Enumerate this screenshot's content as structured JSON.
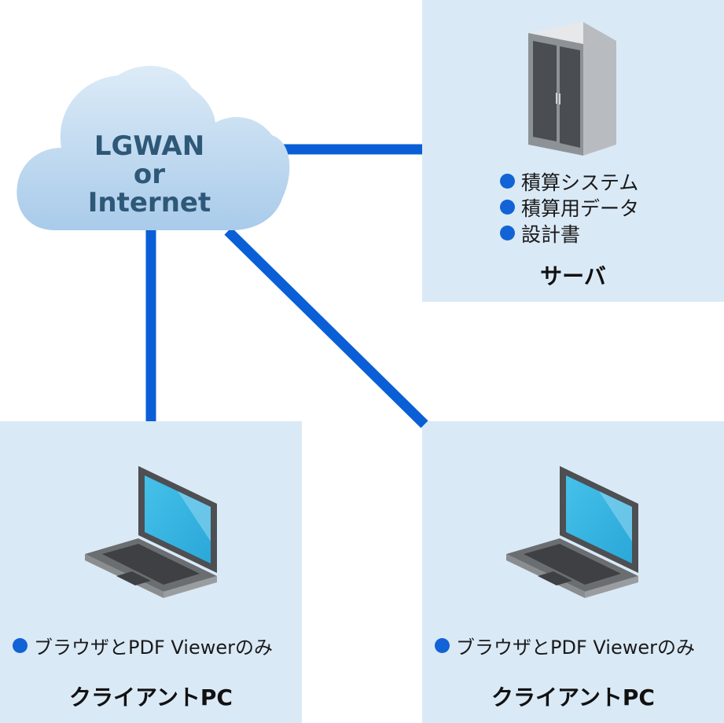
{
  "cloud": {
    "label_lines": [
      "LGWAN",
      "or",
      "Internet"
    ]
  },
  "server": {
    "items": [
      "積算システム",
      "積算用データ",
      "設計書"
    ],
    "title": "サーバ",
    "icon": "server-rack-icon"
  },
  "clients": [
    {
      "note": "ブラウザとPDF Viewerのみ",
      "title": "クライアントPC",
      "icon": "laptop-icon"
    },
    {
      "note": "ブラウザとPDF Viewerのみ",
      "title": "クライアントPC",
      "icon": "laptop-icon"
    }
  ],
  "colors": {
    "panel": "#dae9f6",
    "link": "#0a5fd6",
    "bullet": "#1163d6",
    "cloud_text": "#2e5878"
  }
}
